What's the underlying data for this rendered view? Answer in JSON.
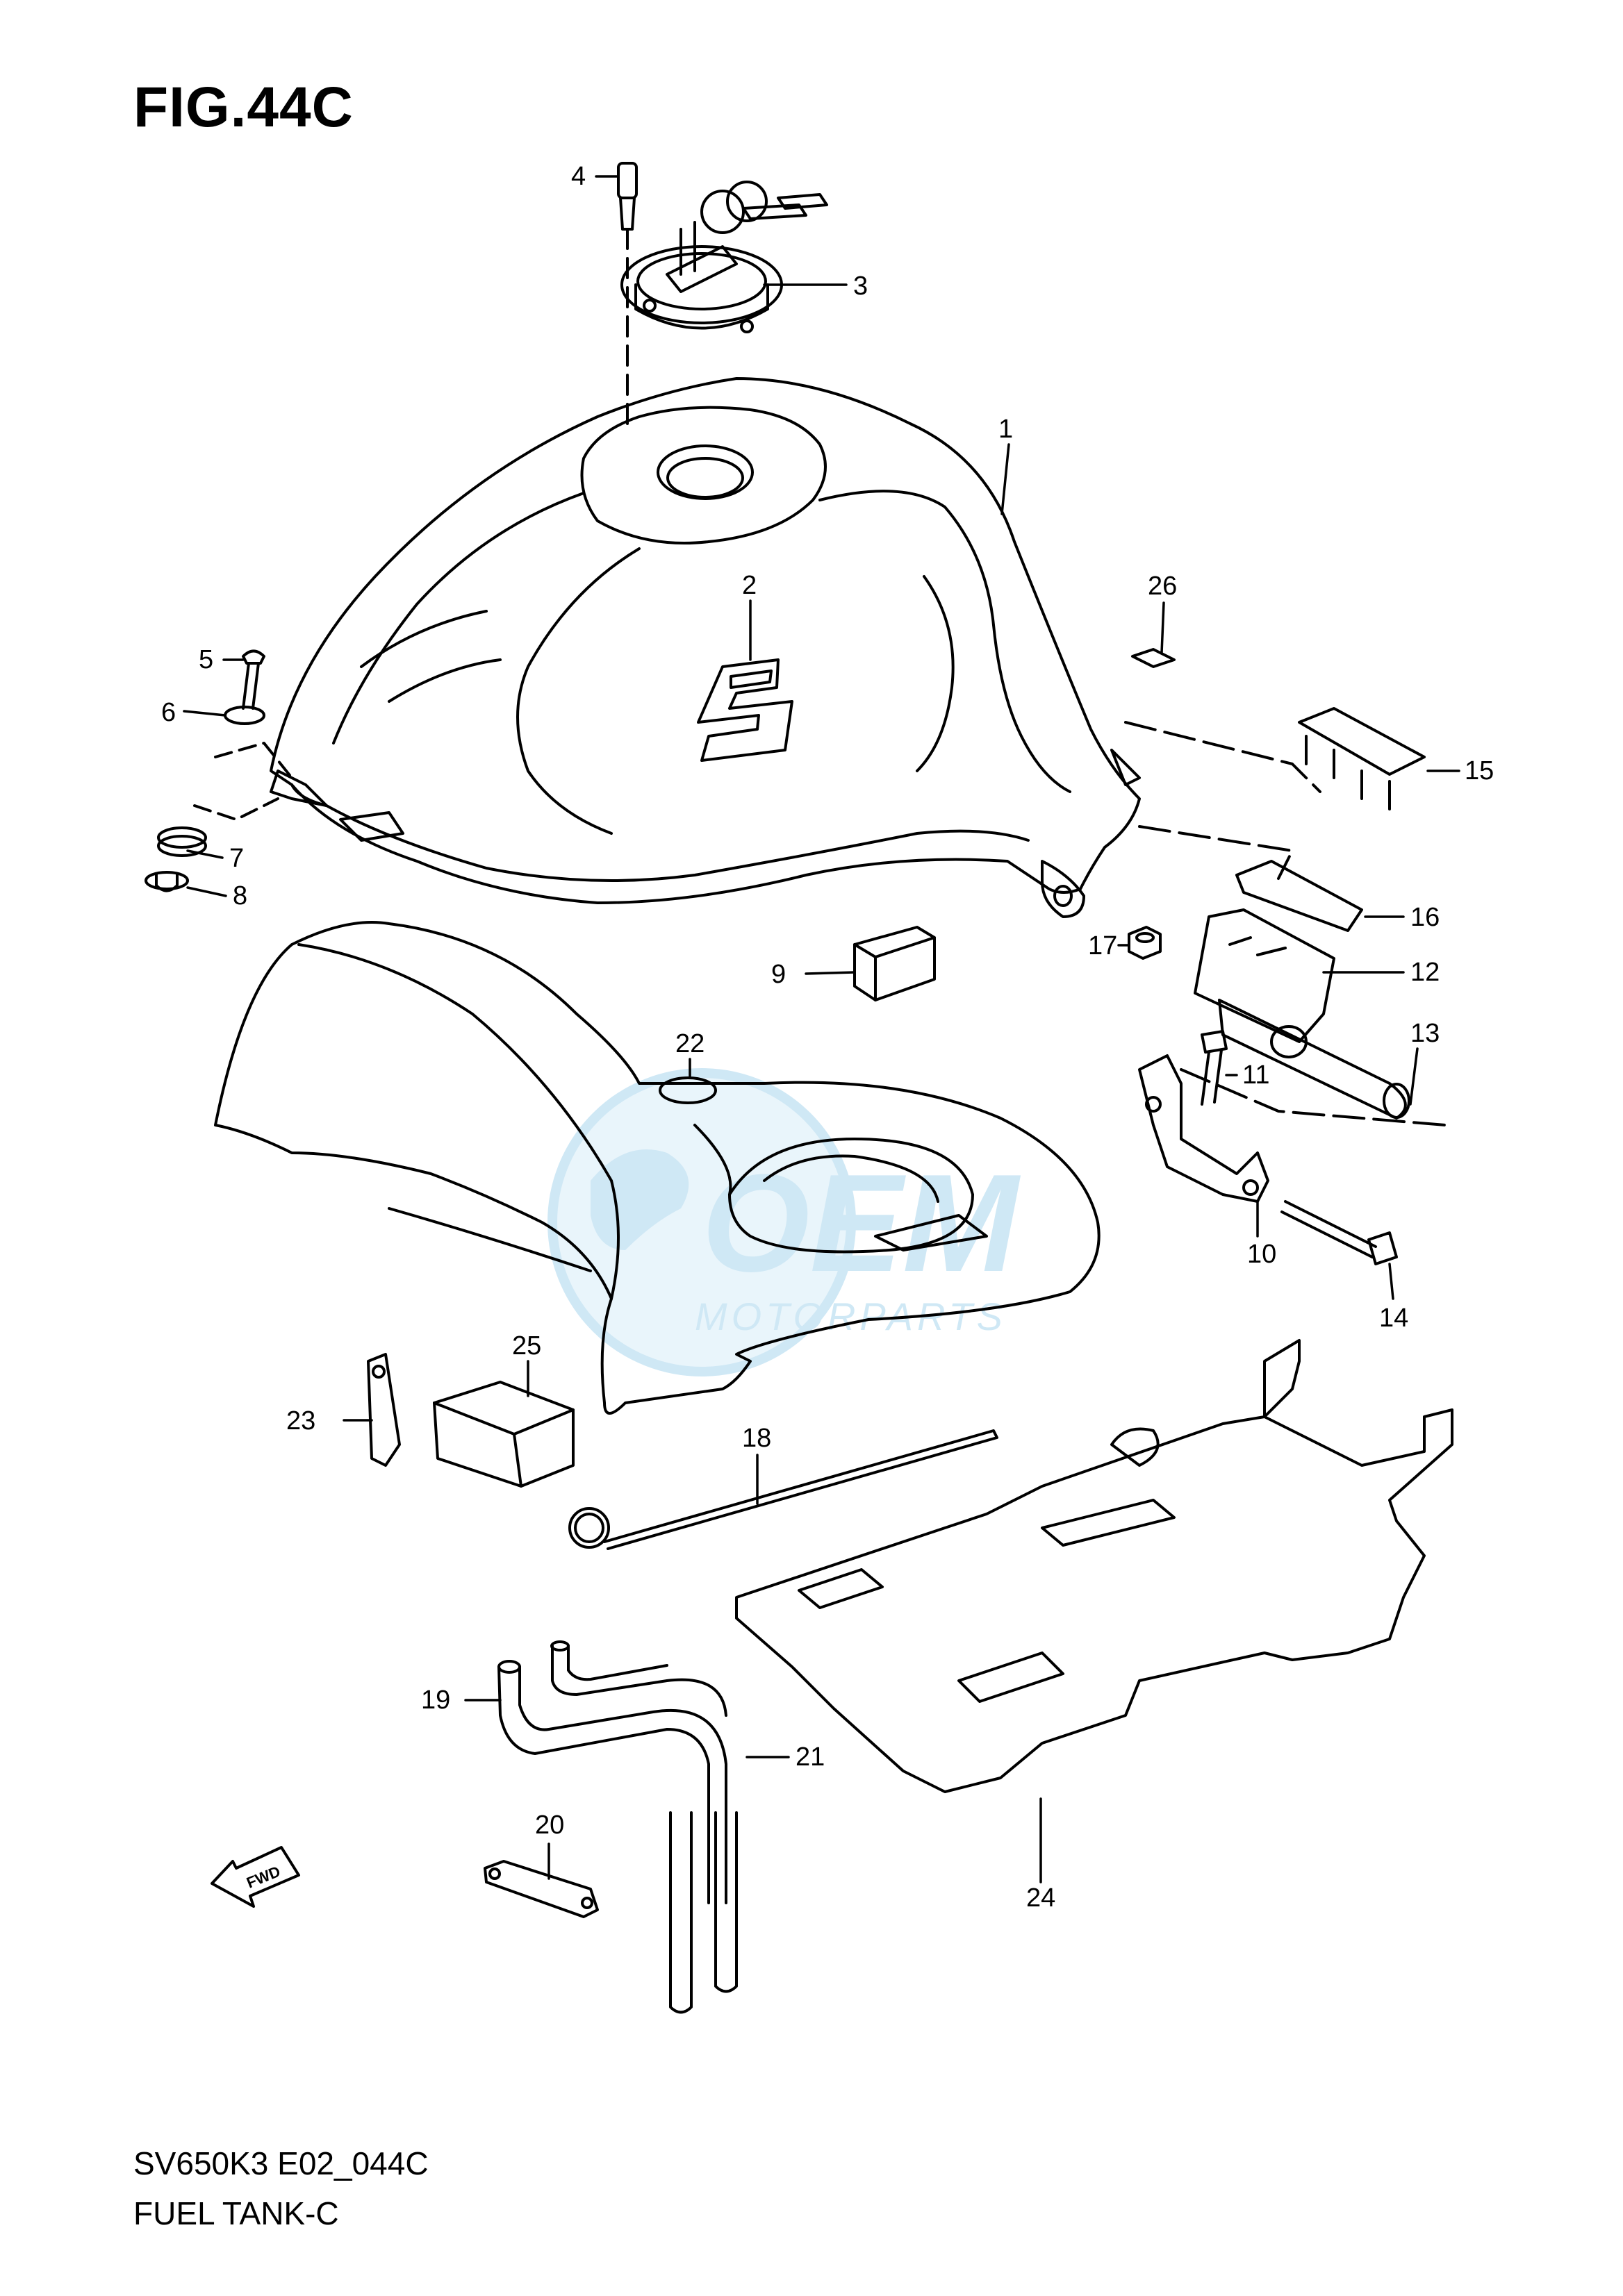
{
  "figure": {
    "title": "FIG.44C",
    "code": "SV650K3 E02_044C",
    "name": "FUEL TANK-C"
  },
  "watermark": {
    "brand": "OEM",
    "sub": "MOTORPARTS",
    "color": "#a9d6ee"
  },
  "arrow": {
    "label": "FWD"
  },
  "callouts": [
    "1",
    "2",
    "3",
    "4",
    "5",
    "6",
    "7",
    "8",
    "9",
    "10",
    "11",
    "12",
    "13",
    "14",
    "15",
    "16",
    "17",
    "18",
    "19",
    "20",
    "21",
    "22",
    "23",
    "24",
    "25",
    "26"
  ],
  "colors": {
    "line": "#000000",
    "background": "#ffffff"
  }
}
